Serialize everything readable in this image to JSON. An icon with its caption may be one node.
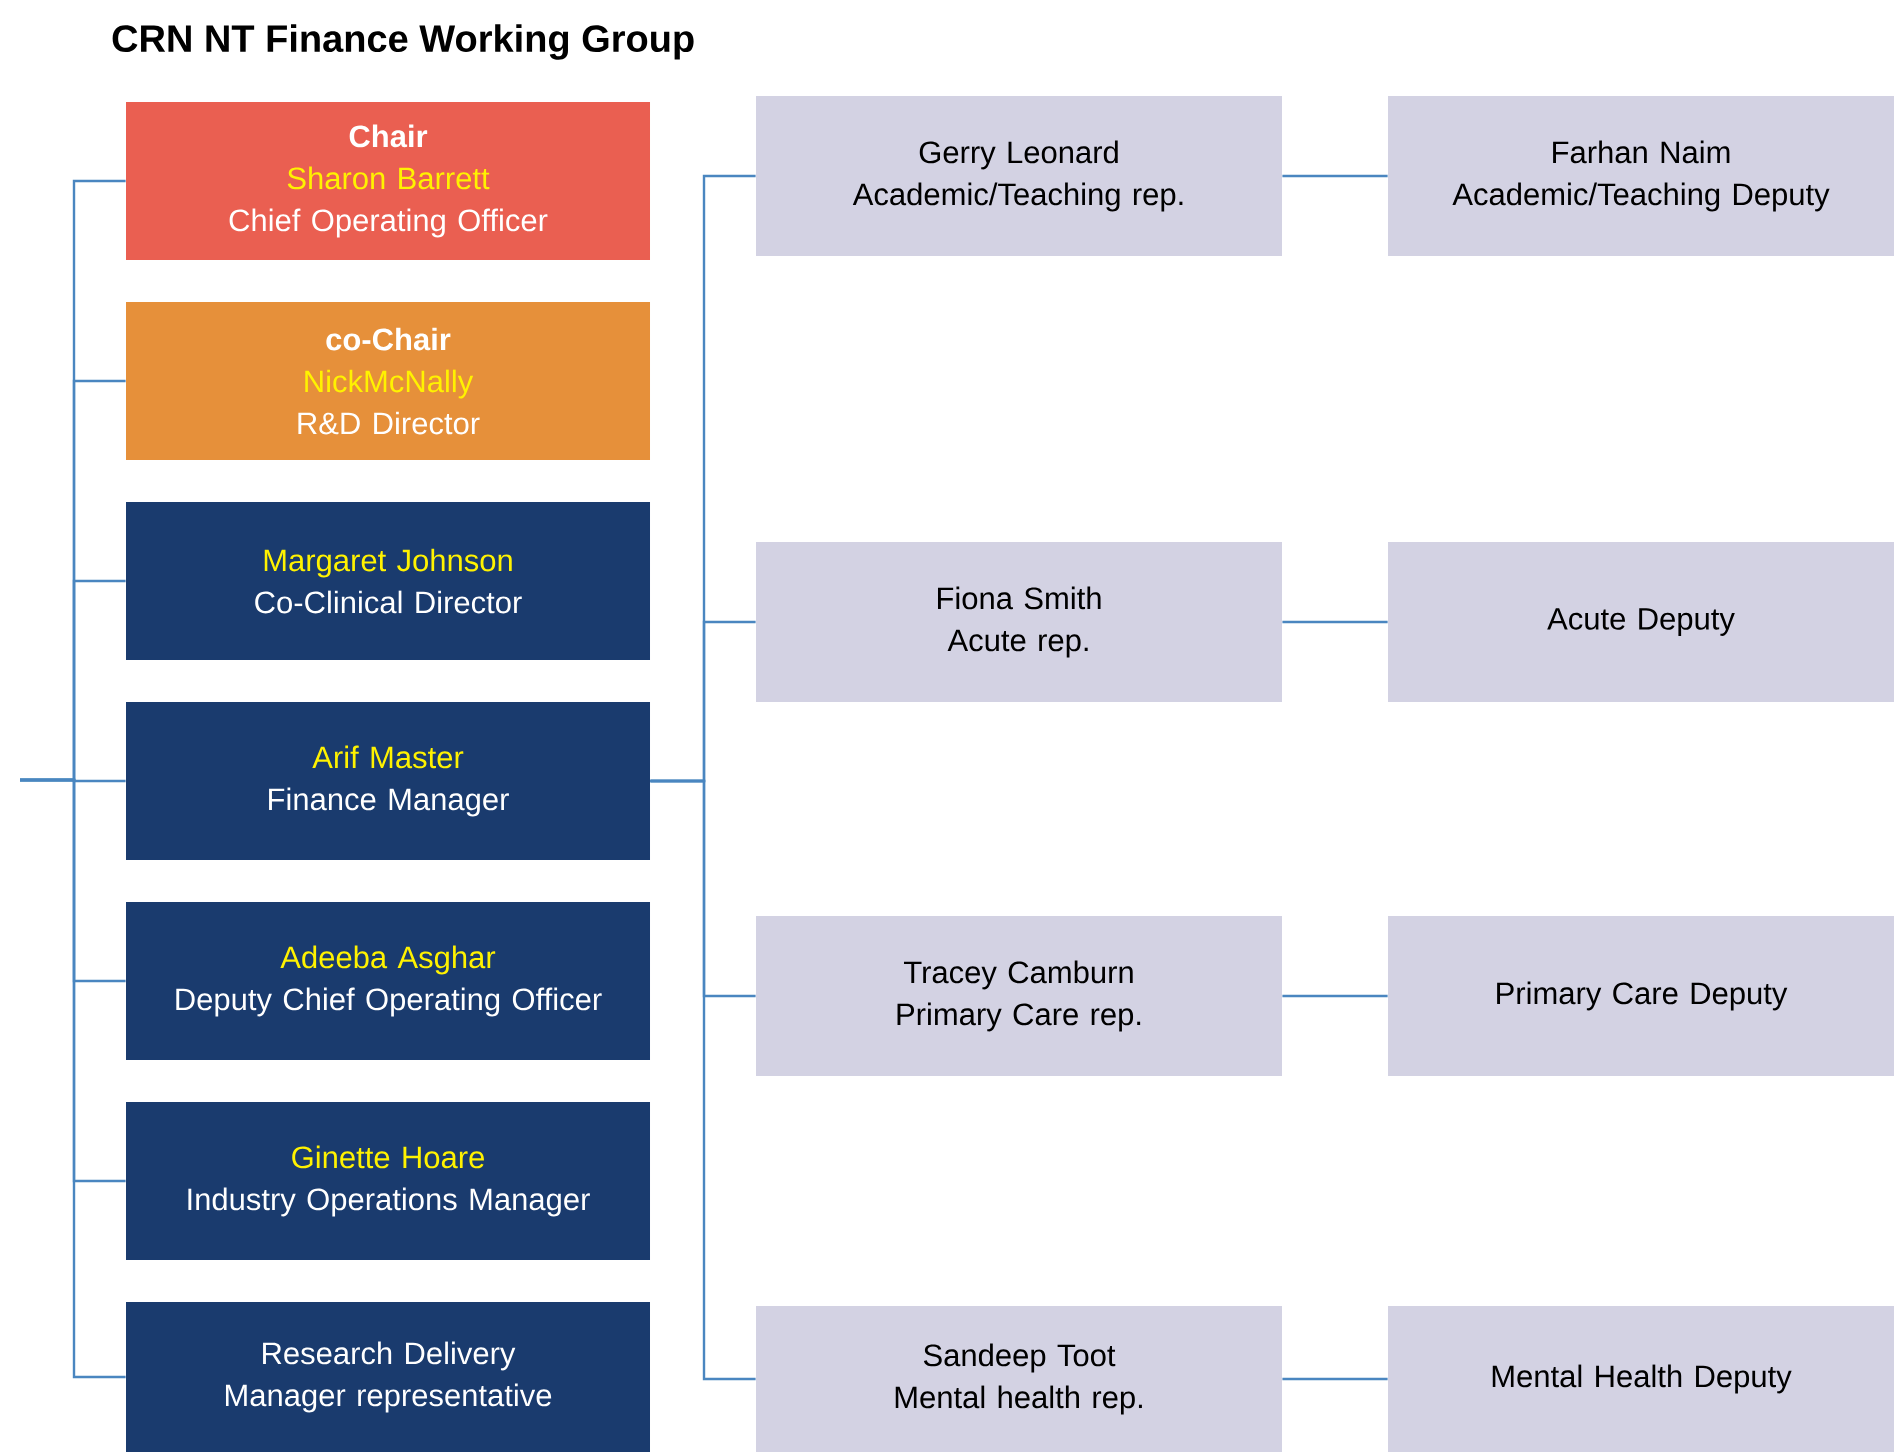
{
  "diagram": {
    "title": "CRN NT Finance Working Group",
    "nodes": [
      {
        "text": [
          "Chair",
          "Sharon Barrett",
          "Chief Operating Officer"
        ]
      },
      {
        "text": [
          "co-Chair",
          "NickMcNally",
          "R&D Director"
        ]
      },
      {
        "text": [
          "Margaret Johnson",
          "Co-Clinical Director"
        ]
      },
      {
        "text": [
          "Arif Master",
          "Finance Manager"
        ]
      },
      {
        "text": [
          "Adeeba Asghar",
          "Deputy Chief Operating Officer"
        ]
      },
      {
        "text": [
          "Ginette Hoare",
          "Industry Operations Manager"
        ]
      },
      {
        "text": [
          "Research Delivery Manager representative"
        ]
      },
      {
        "text": [
          "Gerry Leonard",
          "Academic/Teaching rep."
        ]
      },
      {
        "text": [
          "Farhan Naim",
          "Academic/Teaching Deputy"
        ]
      },
      {
        "text": [
          "Fiona Smith",
          "Acute rep."
        ]
      },
      {
        "text": [
          "Acute Deputy"
        ]
      },
      {
        "text": [
          "Tracey Camburn",
          "Primary Care rep."
        ]
      },
      {
        "text": [
          "Primary Care Deputy"
        ]
      },
      {
        "text": [
          "Sandeep Toot",
          "Mental health rep."
        ]
      },
      {
        "text": [
          "Mental Health Deputy"
        ]
      }
    ],
    "edges": [
      {
        "from": null,
        "to": 0,
        "arrow": "none"
      },
      {
        "from": null,
        "to": 1,
        "arrow": "none"
      },
      {
        "from": null,
        "to": 2,
        "arrow": "none"
      },
      {
        "from": null,
        "to": 3,
        "arrow": "none"
      },
      {
        "from": null,
        "to": 4,
        "arrow": "none"
      },
      {
        "from": null,
        "to": 5,
        "arrow": "none"
      },
      {
        "from": null,
        "to": 6,
        "arrow": "none"
      },
      {
        "from": 3,
        "to": 7,
        "arrow": "none"
      },
      {
        "from": 3,
        "to": 9,
        "arrow": "none"
      },
      {
        "from": 3,
        "to": 11,
        "arrow": "none"
      },
      {
        "from": 3,
        "to": 13,
        "arrow": "none"
      },
      {
        "from": 7,
        "to": 8,
        "arrow": "none"
      },
      {
        "from": 9,
        "to": 10,
        "arrow": "none"
      },
      {
        "from": 11,
        "to": 12,
        "arrow": "none"
      },
      {
        "from": 13,
        "to": 14,
        "arrow": "none"
      }
    ]
  }
}
